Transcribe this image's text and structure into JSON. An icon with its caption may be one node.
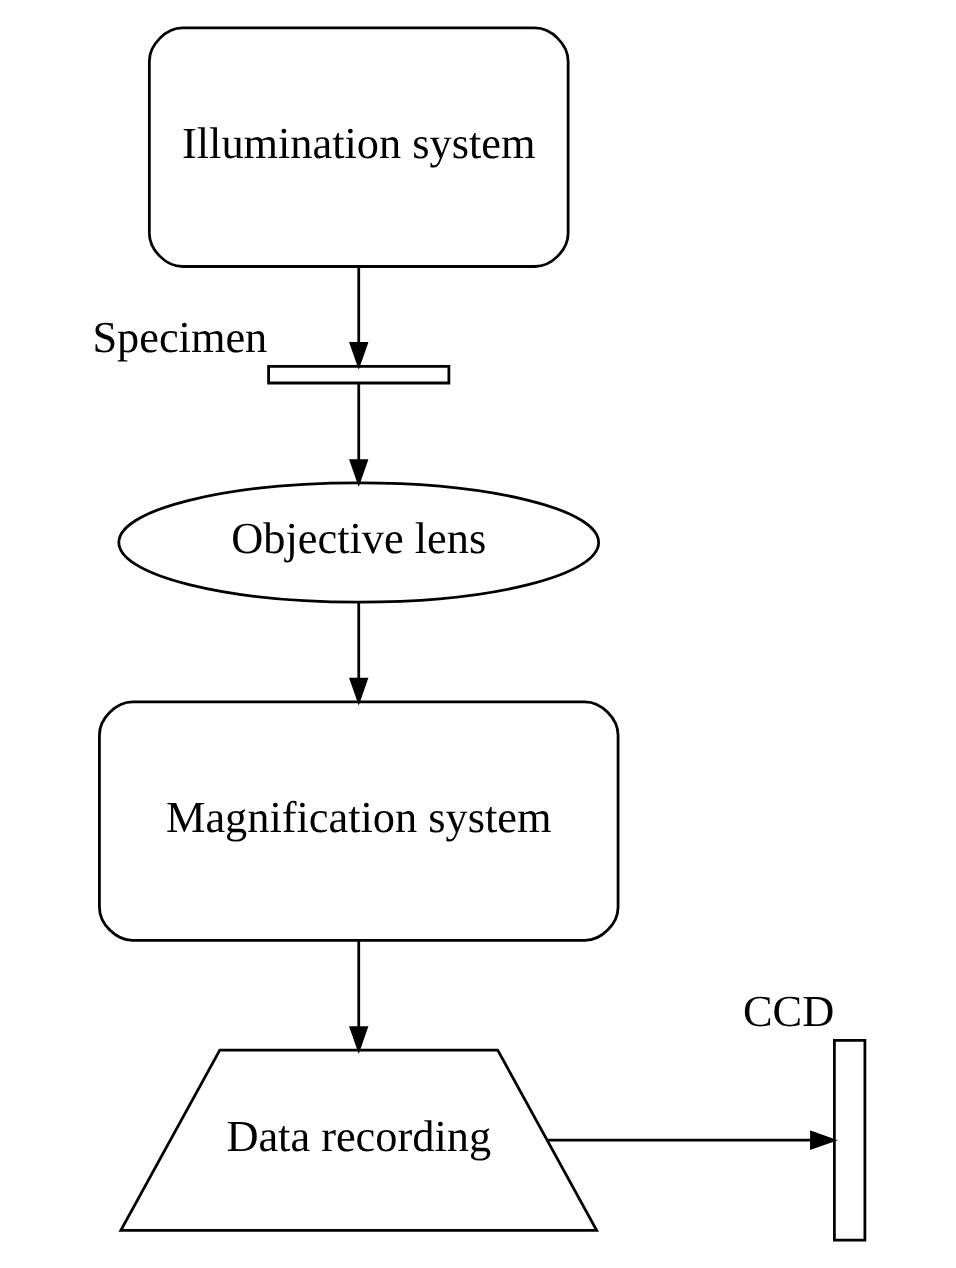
{
  "diagram": {
    "nodes": [
      {
        "text": [
          "Illumination system"
        ]
      },
      {
        "text": [],
        "shape": "bar",
        "beside": [
          "Specimen"
        ]
      },
      {
        "text": [
          "Objective lens"
        ]
      },
      {
        "text": [
          "Magnification system"
        ]
      },
      {
        "text": [
          "Data recording"
        ]
      },
      {
        "text": [],
        "shape": "bar",
        "beside": [
          "CCD"
        ]
      }
    ],
    "edges": [
      {
        "from": 0,
        "to": 1,
        "arrow": "to"
      },
      {
        "from": 1,
        "to": 2,
        "arrow": "to"
      },
      {
        "from": 2,
        "to": 3,
        "arrow": "to"
      },
      {
        "from": 3,
        "to": 4,
        "arrow": "to"
      },
      {
        "from": 4,
        "to": 5,
        "arrow": "to"
      }
    ]
  }
}
